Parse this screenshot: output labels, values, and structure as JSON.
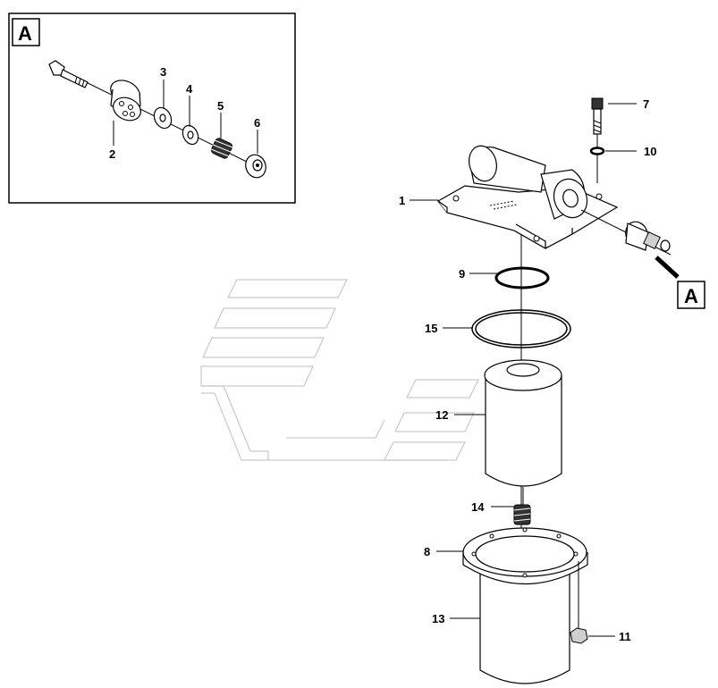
{
  "detail_marker": "A",
  "view_marker": "A",
  "callouts": {
    "c1": "1",
    "c2": "2",
    "c3": "3",
    "c4": "4",
    "c5": "5",
    "c6": "6",
    "c7": "7",
    "c8": "8",
    "c9": "9",
    "c10": "10",
    "c11": "11",
    "c12": "12",
    "c13": "13",
    "c14": "14",
    "c15": "15"
  }
}
